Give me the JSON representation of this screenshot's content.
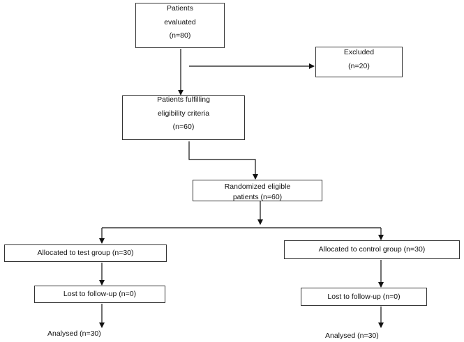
{
  "flowchart": {
    "evaluated": {
      "line1": "Patients",
      "line2": "evaluated",
      "line3": "(n=80)"
    },
    "excluded": {
      "line1": "Excluded",
      "line2": "(n=20)"
    },
    "eligible": {
      "line1": "Patients fulfilling",
      "line2": "eligibility criteria",
      "line3": "(n=60)"
    },
    "randomized": {
      "line1": "Randomized eligible",
      "line2": "patients (n=60)"
    },
    "test_group": {
      "allocated": "Allocated to test group (n=30)",
      "lost": "Lost to follow-up (n=0)",
      "analysed": "Analysed (n=30)"
    },
    "control_group": {
      "allocated": "Allocated to control group (n=30)",
      "lost": "Lost to follow-up (n=0)",
      "analysed": "Analysed (n=30)"
    }
  },
  "colors": {
    "line": "#111111",
    "box_border": "#333333",
    "text": "#111111"
  }
}
